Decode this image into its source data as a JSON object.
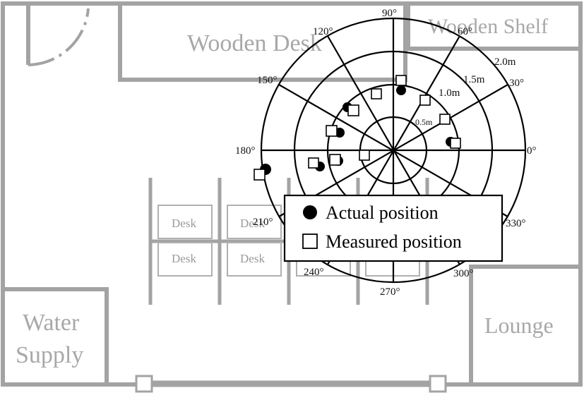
{
  "rooms": {
    "wooden_desk": "Wooden Desk",
    "wooden_shelf": "Wooden Shelf",
    "water_supply_line1": "Water",
    "water_supply_line2": "Supply",
    "lounge": "Lounge"
  },
  "desks": [
    "Desk",
    "Desk",
    "Desk",
    "Desk"
  ],
  "polar": {
    "angle_labels": [
      "0°",
      "30°",
      "60°",
      "90°",
      "120°",
      "150°",
      "180°",
      "210°",
      "240°",
      "270°",
      "300°",
      "330°"
    ],
    "radius_labels": [
      "0.5m",
      "1.0m",
      "1.5m",
      "2.0m"
    ]
  },
  "legend": {
    "actual": "Actual position",
    "measured": "Measured position"
  },
  "colors": {
    "wall": "#a3a3a3",
    "room_text": "#a8a8a8",
    "chart_line": "#000000"
  }
}
